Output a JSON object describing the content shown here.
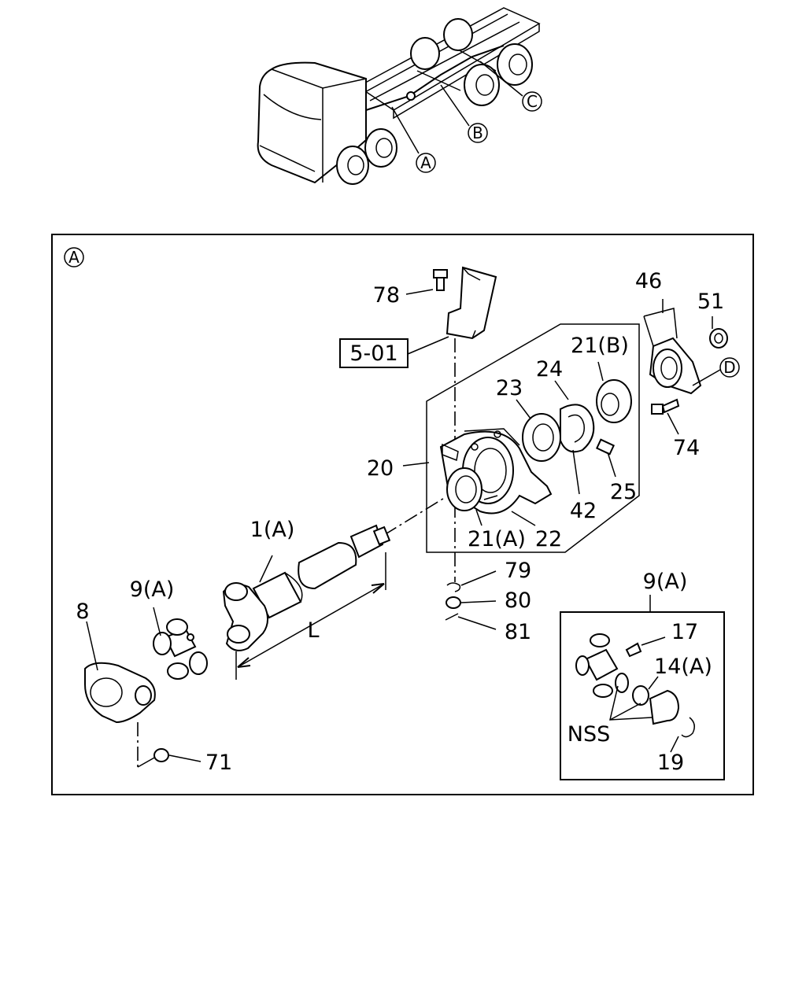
{
  "overview": {
    "callouts": [
      "A",
      "B",
      "C"
    ]
  },
  "detail": {
    "frame_label": "A",
    "ref_box": "5-01",
    "connector_label": "D",
    "labels": {
      "p78": "78",
      "p46": "46",
      "p51": "51",
      "p21b": "21(B)",
      "p24": "24",
      "p23": "23",
      "p74": "74",
      "p20": "20",
      "p25": "25",
      "p42": "42",
      "p1a": "1(A)",
      "p21a": "21(A)",
      "p22": "22",
      "p79": "79",
      "p80": "80",
      "p81": "81",
      "p9a": "9(A)",
      "p8": "8",
      "p71": "71",
      "length": "L"
    },
    "inset": {
      "title": "9(A)",
      "labels": {
        "p17": "17",
        "p14a": "14(A)",
        "nss": "NSS",
        "p19": "19"
      }
    }
  }
}
